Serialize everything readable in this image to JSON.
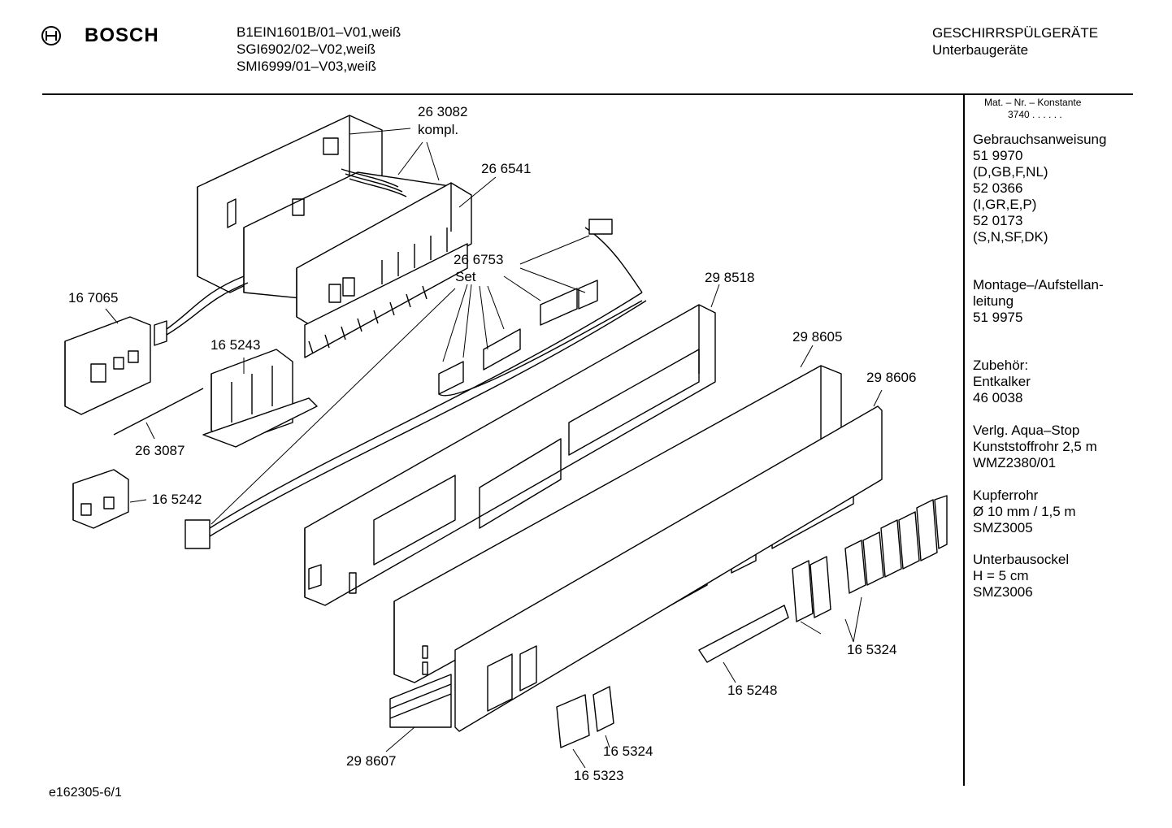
{
  "header": {
    "brand": "BOSCH",
    "models": [
      "B1EIN1601B/01–V01,weiß",
      "SGI6902/02–V02,weiß",
      "SMI6999/01–V03,weiß"
    ],
    "category": "GESCHIRRSPÜLGERÄTE",
    "subcategory": "Unterbaugeräte"
  },
  "sidebar": {
    "mat_label": "Mat. – Nr. – Konstante",
    "mat_value": "3740 . .   . . . .",
    "sections": [
      [
        "Gebrauchsanweisung",
        "51 9970",
        "(D,GB,F,NL)",
        "52 0366",
        "(I,GR,E,P)",
        "52 0173",
        "(S,N,SF,DK)"
      ],
      [
        "Montage–/Aufstellan-",
        "leitung",
        "51 9975"
      ],
      [
        "Zubehör:",
        "Entkalker",
        "46 0038"
      ],
      [
        "Verlg. Aqua–Stop",
        "Kunststoffrohr 2,5 m",
        "WMZ2380/01"
      ],
      [
        "Kupferrohr",
        "Ø 10 mm / 1,5 m",
        "SMZ3005"
      ],
      [
        "Unterbausockel",
        "H = 5 cm",
        "SMZ3006"
      ]
    ]
  },
  "labels": {
    "p263082": "26 3082",
    "kompl": "kompl.",
    "p266541": "26 6541",
    "p266753": "26 6753",
    "set": "Set",
    "p167065": "16 7065",
    "p165243": "16 5243",
    "p298518": "29 8518",
    "p298605": "29 8605",
    "p298606": "29 8606",
    "p263087": "26 3087",
    "p165242": "16 5242",
    "p165324a": "16 5324",
    "p165248": "16 5248",
    "p298607": "29 8607",
    "p165324b": "16 5324",
    "p165323": "16 5323"
  },
  "footer": {
    "code": "e162305-6/1"
  }
}
